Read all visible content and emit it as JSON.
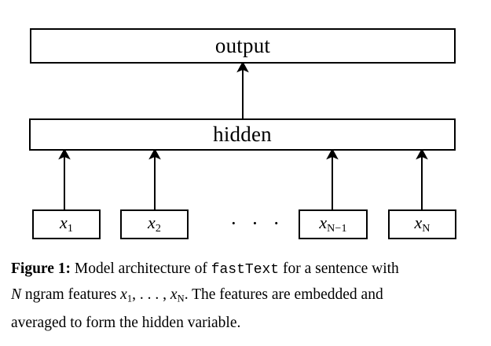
{
  "figure": {
    "background_color": "#ffffff",
    "stroke_color": "#000000",
    "layers": {
      "output": {
        "label": "output"
      },
      "hidden": {
        "label": "hidden"
      }
    },
    "inputs": [
      {
        "id": "x1",
        "base": "x",
        "subscript": "1",
        "sub_italic": false
      },
      {
        "id": "x2",
        "base": "x",
        "subscript": "2",
        "sub_italic": false
      },
      {
        "id": "xNm1",
        "base": "x",
        "subscript": "N−1",
        "sub_italic": true
      },
      {
        "id": "xN",
        "base": "x",
        "subscript": "N",
        "sub_italic": true
      }
    ],
    "ellipsis": "· · ·",
    "arrows": {
      "hidden_to_output_count": 1,
      "inputs_to_hidden_count": 4
    }
  },
  "caption": {
    "label": "Figure 1:",
    "line1_rest_a": " Model architecture of ",
    "line1_mono": "fastText",
    "line1_rest_b": " for a sentence with",
    "line2_math_N": "N",
    "line2_a": " ngram features ",
    "line2_math_x1_base": "x",
    "line2_math_x1_sub": "1",
    "line2_comma_dots": ", . . . , ",
    "line2_math_xN_base": "x",
    "line2_math_xN_sub": "N",
    "line2_b": ". The features are embedded and",
    "line3": "averaged to form the hidden variable."
  }
}
